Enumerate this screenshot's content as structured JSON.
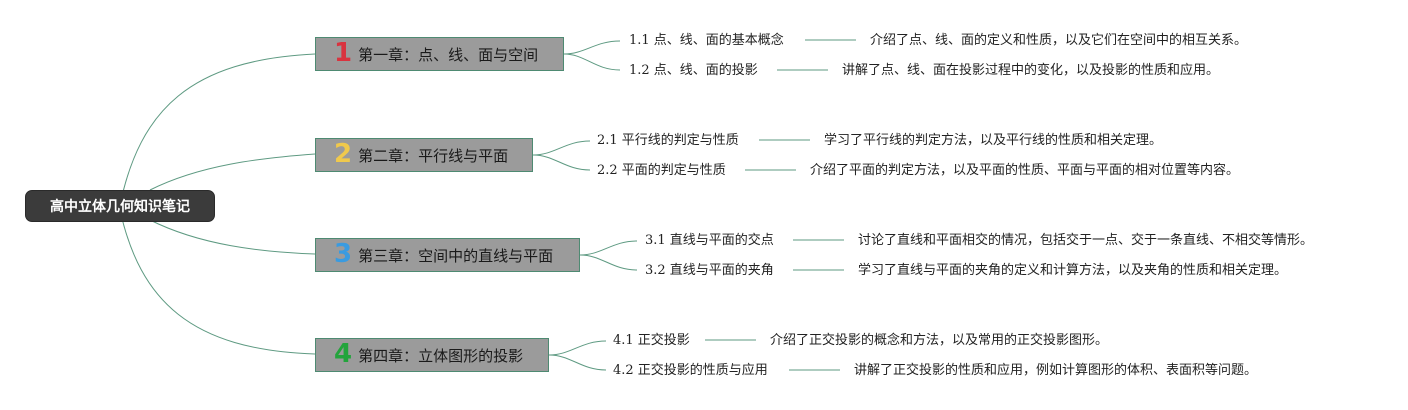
{
  "root": {
    "title": "高中立体几何知识笔记"
  },
  "colors": {
    "line": "#5e9a82",
    "chapter_bg": "#9b9b9b",
    "root_bg": "#3b3b3b",
    "num_1": "#d9333f",
    "num_2": "#f0c94c",
    "num_3": "#3a9be0",
    "num_4": "#23a43c"
  },
  "chapters": [
    {
      "num": "1",
      "title": "第一章：点、线、面与空间",
      "topics": [
        {
          "title": "1.1 点、线、面的基本概念",
          "desc": "介绍了点、线、面的定义和性质，以及它们在空间中的相互关系。"
        },
        {
          "title": "1.2 点、线、面的投影",
          "desc": "讲解了点、线、面在投影过程中的变化，以及投影的性质和应用。"
        }
      ]
    },
    {
      "num": "2",
      "title": "第二章：平行线与平面",
      "topics": [
        {
          "title": "2.1 平行线的判定与性质",
          "desc": "学习了平行线的判定方法，以及平行线的性质和相关定理。"
        },
        {
          "title": "2.2 平面的判定与性质",
          "desc": "介绍了平面的判定方法，以及平面的性质、平面与平面的相对位置等内容。"
        }
      ]
    },
    {
      "num": "3",
      "title": "第三章：空间中的直线与平面",
      "topics": [
        {
          "title": "3.1 直线与平面的交点",
          "desc": "讨论了直线和平面相交的情况，包括交于一点、交于一条直线、不相交等情形。"
        },
        {
          "title": "3.2 直线与平面的夹角",
          "desc": "学习了直线与平面的夹角的定义和计算方法，以及夹角的性质和相关定理。"
        }
      ]
    },
    {
      "num": "4",
      "title": "第四章：立体图形的投影",
      "topics": [
        {
          "title": "4.1 正交投影",
          "desc": "介绍了正交投影的概念和方法，以及常用的正交投影图形。"
        },
        {
          "title": "4.2 正交投影的性质与应用",
          "desc": "讲解了正交投影的性质和应用，例如计算图形的体积、表面积等问题。"
        }
      ]
    }
  ]
}
